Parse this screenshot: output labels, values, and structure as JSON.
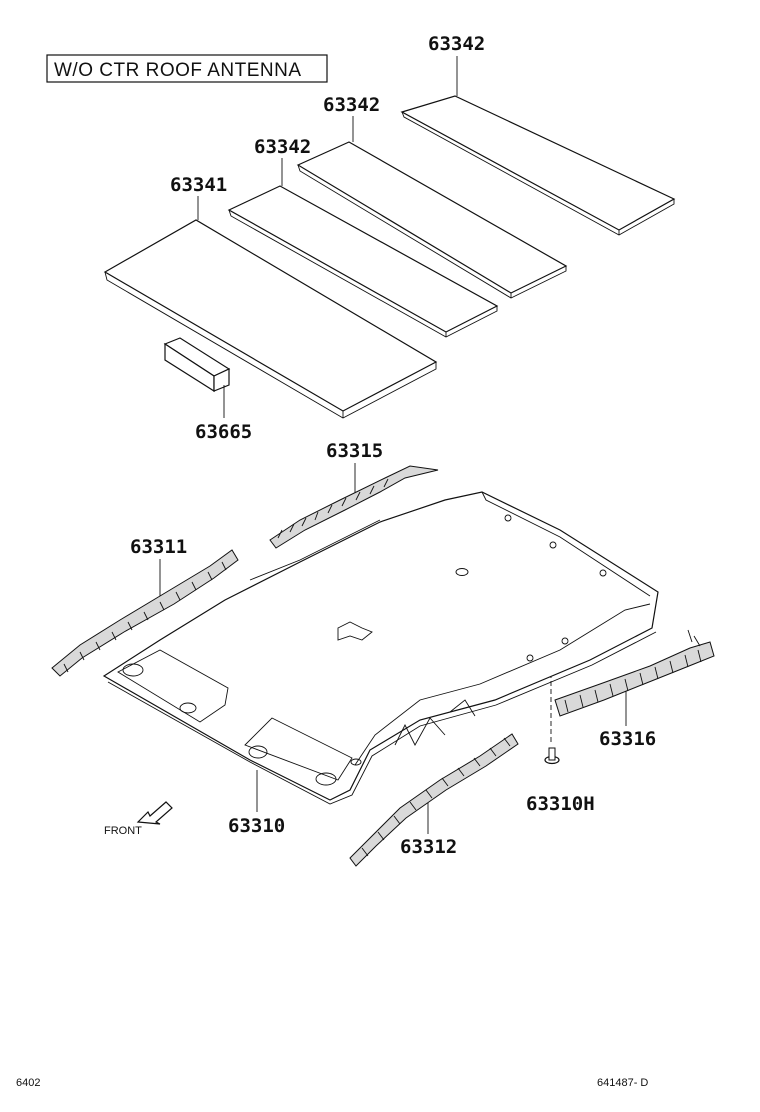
{
  "note_box": "W/O CTR  ROOF  ANTENNA",
  "parts": {
    "p63342a": "63342",
    "p63342b": "63342",
    "p63342c": "63342",
    "p63341": "63341",
    "p63665": "63665",
    "p63315": "63315",
    "p63311": "63311",
    "p63316": "63316",
    "p63310H": "63310H",
    "p63310": "63310",
    "p63312": "63312"
  },
  "front_label": "FRONT",
  "footer": {
    "left": "6402",
    "right": "641487- D"
  }
}
